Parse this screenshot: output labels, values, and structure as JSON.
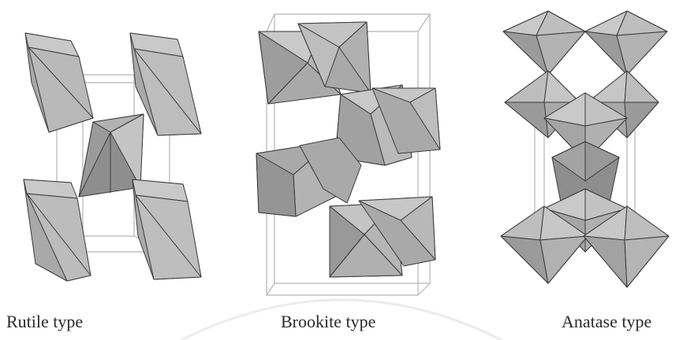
{
  "figure": {
    "captions": {
      "rutile": "Rutile type",
      "brookite": "Brookite type",
      "anatase": "Anatase type"
    },
    "colors": {
      "face_light": "#c9c9c9",
      "face_mid": "#a9a9a9",
      "face_dark": "#8e8e8e",
      "edge": "#3a3a3a",
      "cell": "#b5b5b5"
    }
  }
}
